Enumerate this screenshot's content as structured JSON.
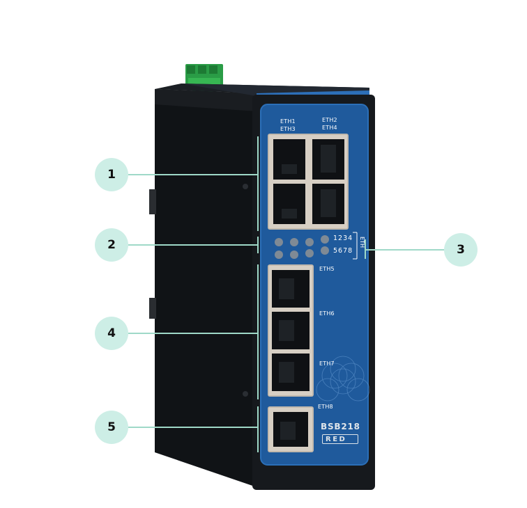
{
  "ports": {
    "eth1_label": "ETH1",
    "eth2_label": "ETH2",
    "eth3_label": "ETH3",
    "eth4_label": "ETH4",
    "eth5_label": "ETH5",
    "eth6_label": "ETH6",
    "eth7_label": "ETH7",
    "eth8_label": "ETH8"
  },
  "leds": {
    "row1_numbers": "1234",
    "row2_numbers": "5678",
    "group_label": "ETH"
  },
  "device": {
    "model": "BSB218",
    "brand": "RED"
  },
  "callouts": [
    "1",
    "2",
    "3",
    "4",
    "5"
  ],
  "colors": {
    "housing": "#15181c",
    "front_blue": "#1f5a9c",
    "callout_bg": "#cdeee6",
    "connector_green": "#2fa84a"
  }
}
